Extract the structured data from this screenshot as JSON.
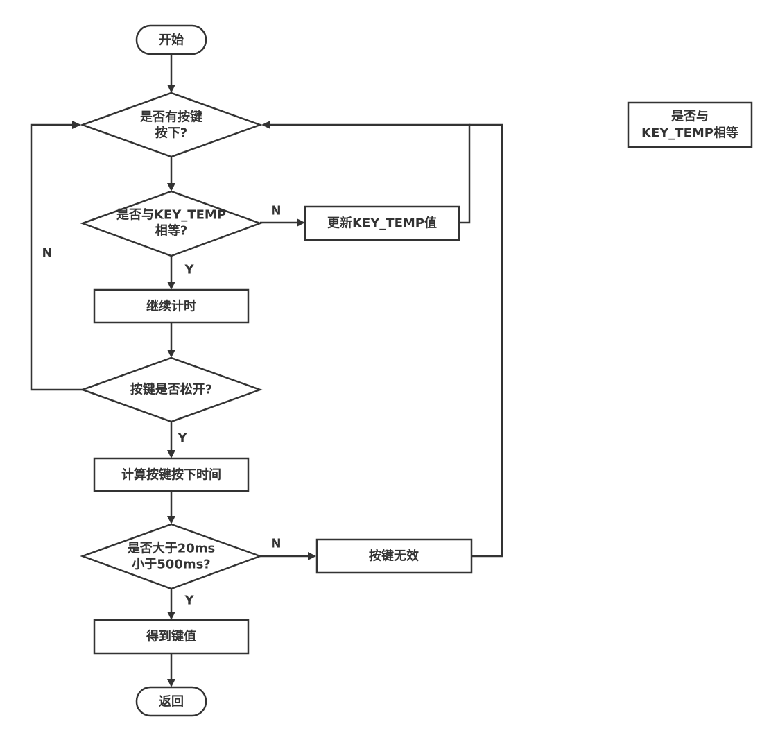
{
  "nodes": {
    "start": "开始",
    "check_pressed": [
      "是否有按键",
      "按下?"
    ],
    "check_equal": [
      "是否与KEY_TEMP",
      "相等?"
    ],
    "update_key": "更新KEY_TEMP值",
    "continue_timing": "继续计时",
    "check_released": "按键是否松开?",
    "calc_time": "计算按键按下时间",
    "check_range": [
      "是否大于20ms",
      "小于500ms?"
    ],
    "invalid_key": "按键无效",
    "get_value": "得到键值",
    "return": "返回",
    "side_box": [
      "是否与",
      "KEY_TEMP相等"
    ]
  },
  "edge_labels": {
    "equal_no": "N",
    "equal_yes": "Y",
    "released_no": "N",
    "released_yes": "Y",
    "range_no": "N",
    "range_yes": "Y"
  }
}
